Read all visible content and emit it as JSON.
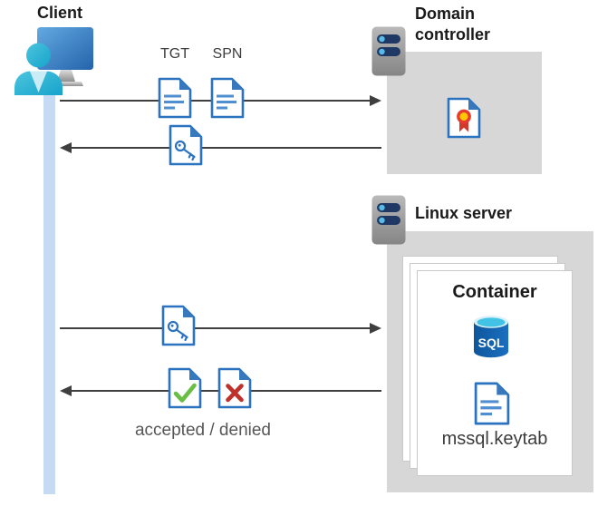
{
  "client": {
    "label": "Client"
  },
  "flow": {
    "tgt_label": "TGT",
    "spn_label": "SPN",
    "accepted_denied_label": "accepted / denied"
  },
  "domain_controller": {
    "label": "Domain controller"
  },
  "linux_server": {
    "label": "Linux server",
    "container": {
      "label": "Container",
      "sql_badge": "SQL",
      "keytab_label": "mssql.keytab"
    }
  },
  "icons": {
    "client": "user-at-monitor-icon",
    "server": "server-icon",
    "ticket_documents": "document-icon",
    "service_ticket": "key-document-icon",
    "certificate": "certificate-icon",
    "database": "sql-database-icon",
    "keytab_file": "keytab-file-icon",
    "accepted": "accepted-check-document-icon",
    "denied": "denied-cross-document-icon"
  },
  "colors": {
    "doc_border": "#2b72bf",
    "doc_fold": "#3879bd",
    "doc_lines": "#4f8fd0",
    "arrow": "#3f3f3f",
    "lifeline": "#c5dbf4",
    "panel_gray": "#d7d7d7",
    "server_bar_navy": "#1f3864",
    "server_dot_blue": "#58bbe8",
    "check_green": "#6abe45",
    "cross_red": "#bf312b",
    "cert_ring_red": "#e63c2f",
    "cert_center_yellow": "#ffc700",
    "sql_blue": "#1263b2",
    "sql_top_cyan": "#42c3e6",
    "person_cyan": "#2fb5d9",
    "monitor_blue": "#3b82c4"
  }
}
